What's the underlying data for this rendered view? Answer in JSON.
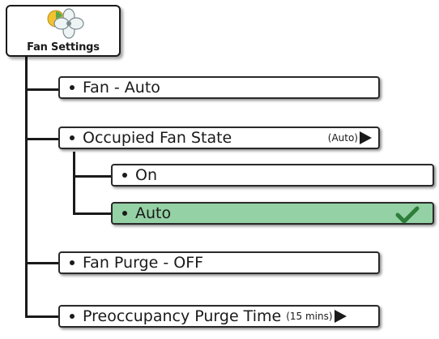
{
  "root": {
    "label": "Fan Settings",
    "icon": "fan-icon"
  },
  "menu": {
    "fan_mode": {
      "label": "Fan - Auto"
    },
    "occupied_fan_state": {
      "label": "Occupied Fan State",
      "value": "(Auto)",
      "icon": "right-arrow-icon",
      "options": [
        {
          "label": "On",
          "selected": false
        },
        {
          "label": "Auto",
          "selected": true,
          "icon": "check-icon"
        }
      ]
    },
    "fan_purge": {
      "label": "Fan Purge - OFF"
    },
    "preoccupancy_purge_time": {
      "label": "Preoccupancy Purge Time",
      "value": "(15 mins)",
      "icon": "right-arrow-icon"
    }
  },
  "colors": {
    "selected_bg": "#94d1a4",
    "check": "#2e7d3a",
    "border": "#2a2a2a"
  }
}
